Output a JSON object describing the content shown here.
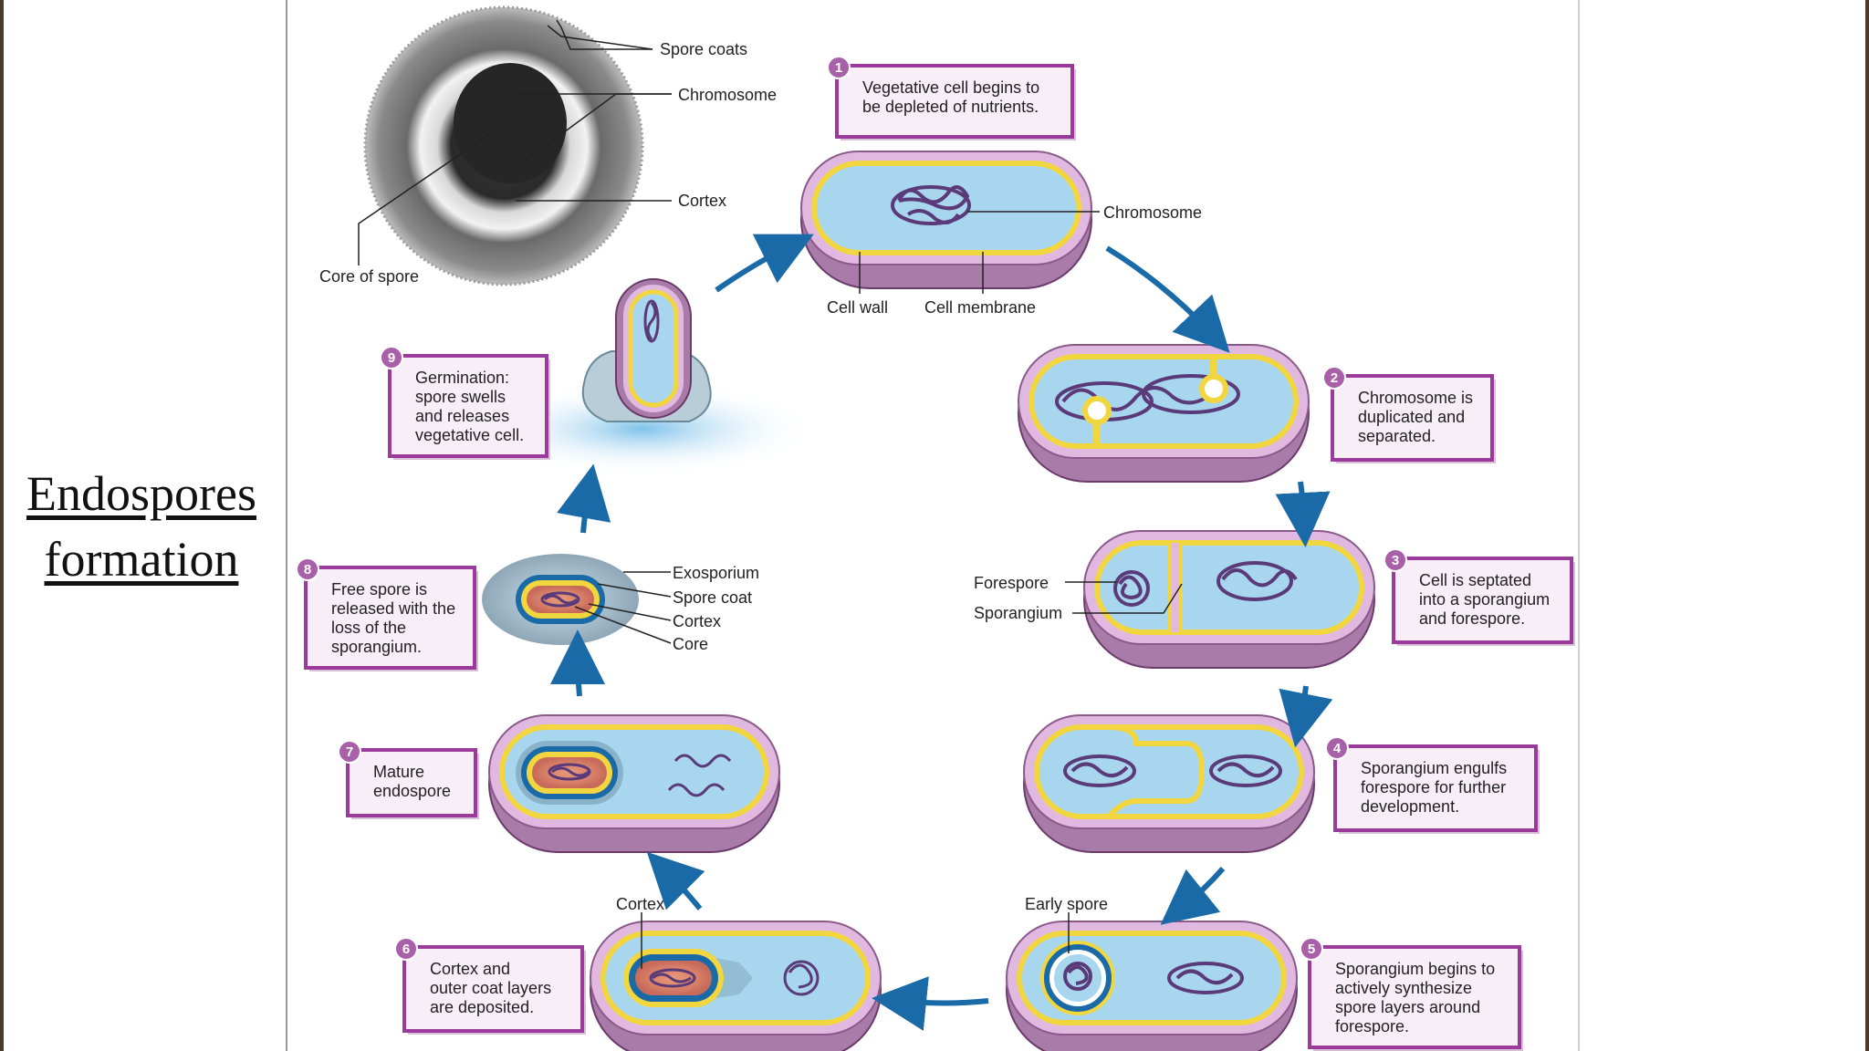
{
  "slide": {
    "title_line1": "Endospores",
    "title_line2": "formation"
  },
  "spore_micrograph": {
    "labels": {
      "spore_coats": "Spore coats",
      "chromosome": "Chromosome",
      "cortex": "Cortex",
      "core": "Core of spore"
    }
  },
  "cell_labels": {
    "chromosome": "Chromosome",
    "cell_wall": "Cell wall",
    "cell_membrane": "Cell membrane",
    "forespore": "Forespore",
    "sporangium": "Sporangium",
    "exosporium": "Exosporium",
    "spore_coat": "Spore coat",
    "cortex": "Cortex",
    "core": "Core",
    "cortex_stage6": "Cortex",
    "early_spore": "Early spore"
  },
  "steps": [
    {
      "number": "1",
      "lines": [
        "Vegetative cell begins to",
        "be depleted of nutrients."
      ]
    },
    {
      "number": "2",
      "lines": [
        "Chromosome is",
        "duplicated and",
        "separated."
      ]
    },
    {
      "number": "3",
      "lines": [
        "Cell is septated",
        "into a sporangium",
        "and forespore."
      ]
    },
    {
      "number": "4",
      "lines": [
        "Sporangium engulfs",
        "forespore for further",
        "development."
      ]
    },
    {
      "number": "5",
      "lines": [
        "Sporangium begins to",
        "actively synthesize",
        "spore layers around",
        "forespore."
      ]
    },
    {
      "number": "6",
      "lines": [
        "Cortex and",
        "outer coat layers",
        "are deposited."
      ]
    },
    {
      "number": "7",
      "lines": [
        "Mature",
        "endospore"
      ]
    },
    {
      "number": "8",
      "lines": [
        "Free spore is",
        "released with the",
        "loss of the",
        "sporangium."
      ]
    },
    {
      "number": "9",
      "lines": [
        "Germination:",
        "spore swells",
        "and releases",
        "vegetative cell."
      ]
    }
  ],
  "colors": {
    "cell_wall": "#a87ba8",
    "cell_membrane": "#f2d640",
    "cytoplasm": "#a9d6ef",
    "chromosome": "#5a3a78",
    "arrow": "#1a6aa8",
    "box_border": "#9a3a9a",
    "box_fill": "#f8eef8",
    "badge": "#a860a8"
  }
}
